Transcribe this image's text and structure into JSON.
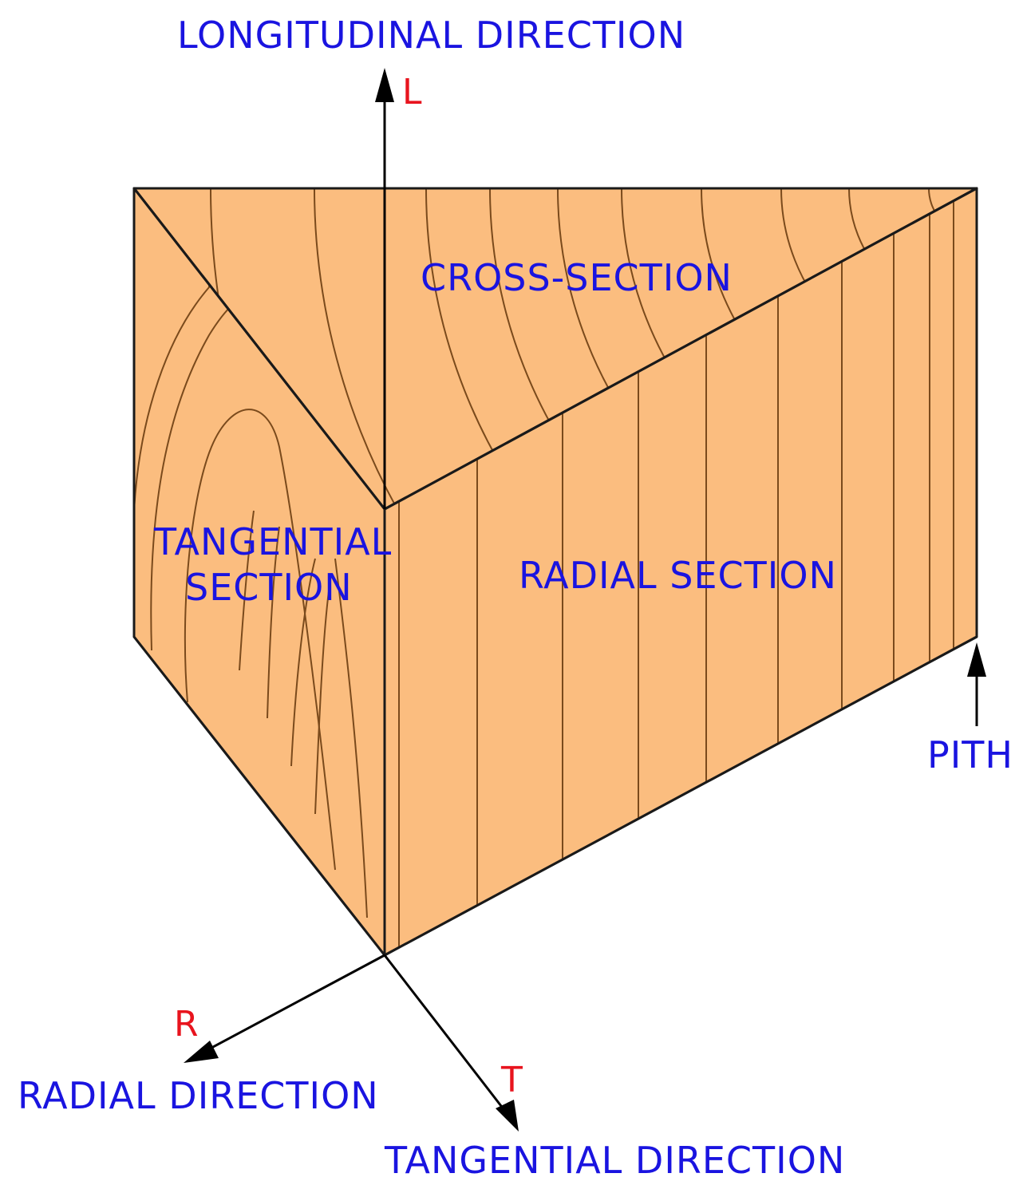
{
  "labels": {
    "longitudinal": "LONGITUDINAL DIRECTION",
    "radial_dir": "RADIAL DIRECTION",
    "tangential_dir": "TANGENTIAL DIRECTION",
    "cross_section": "CROSS-SECTION",
    "tangential_section_1": "TANGENTIAL",
    "tangential_section_2": "SECTION",
    "radial_section": "RADIAL SECTION",
    "pith": "PITH",
    "axis_L": "L",
    "axis_R": "R",
    "axis_T": "T"
  },
  "colors": {
    "wood": "#fbbd7f",
    "grain": "#7a4a1c",
    "label_text": "#1a14e0",
    "axis_letter": "#e8141e"
  }
}
